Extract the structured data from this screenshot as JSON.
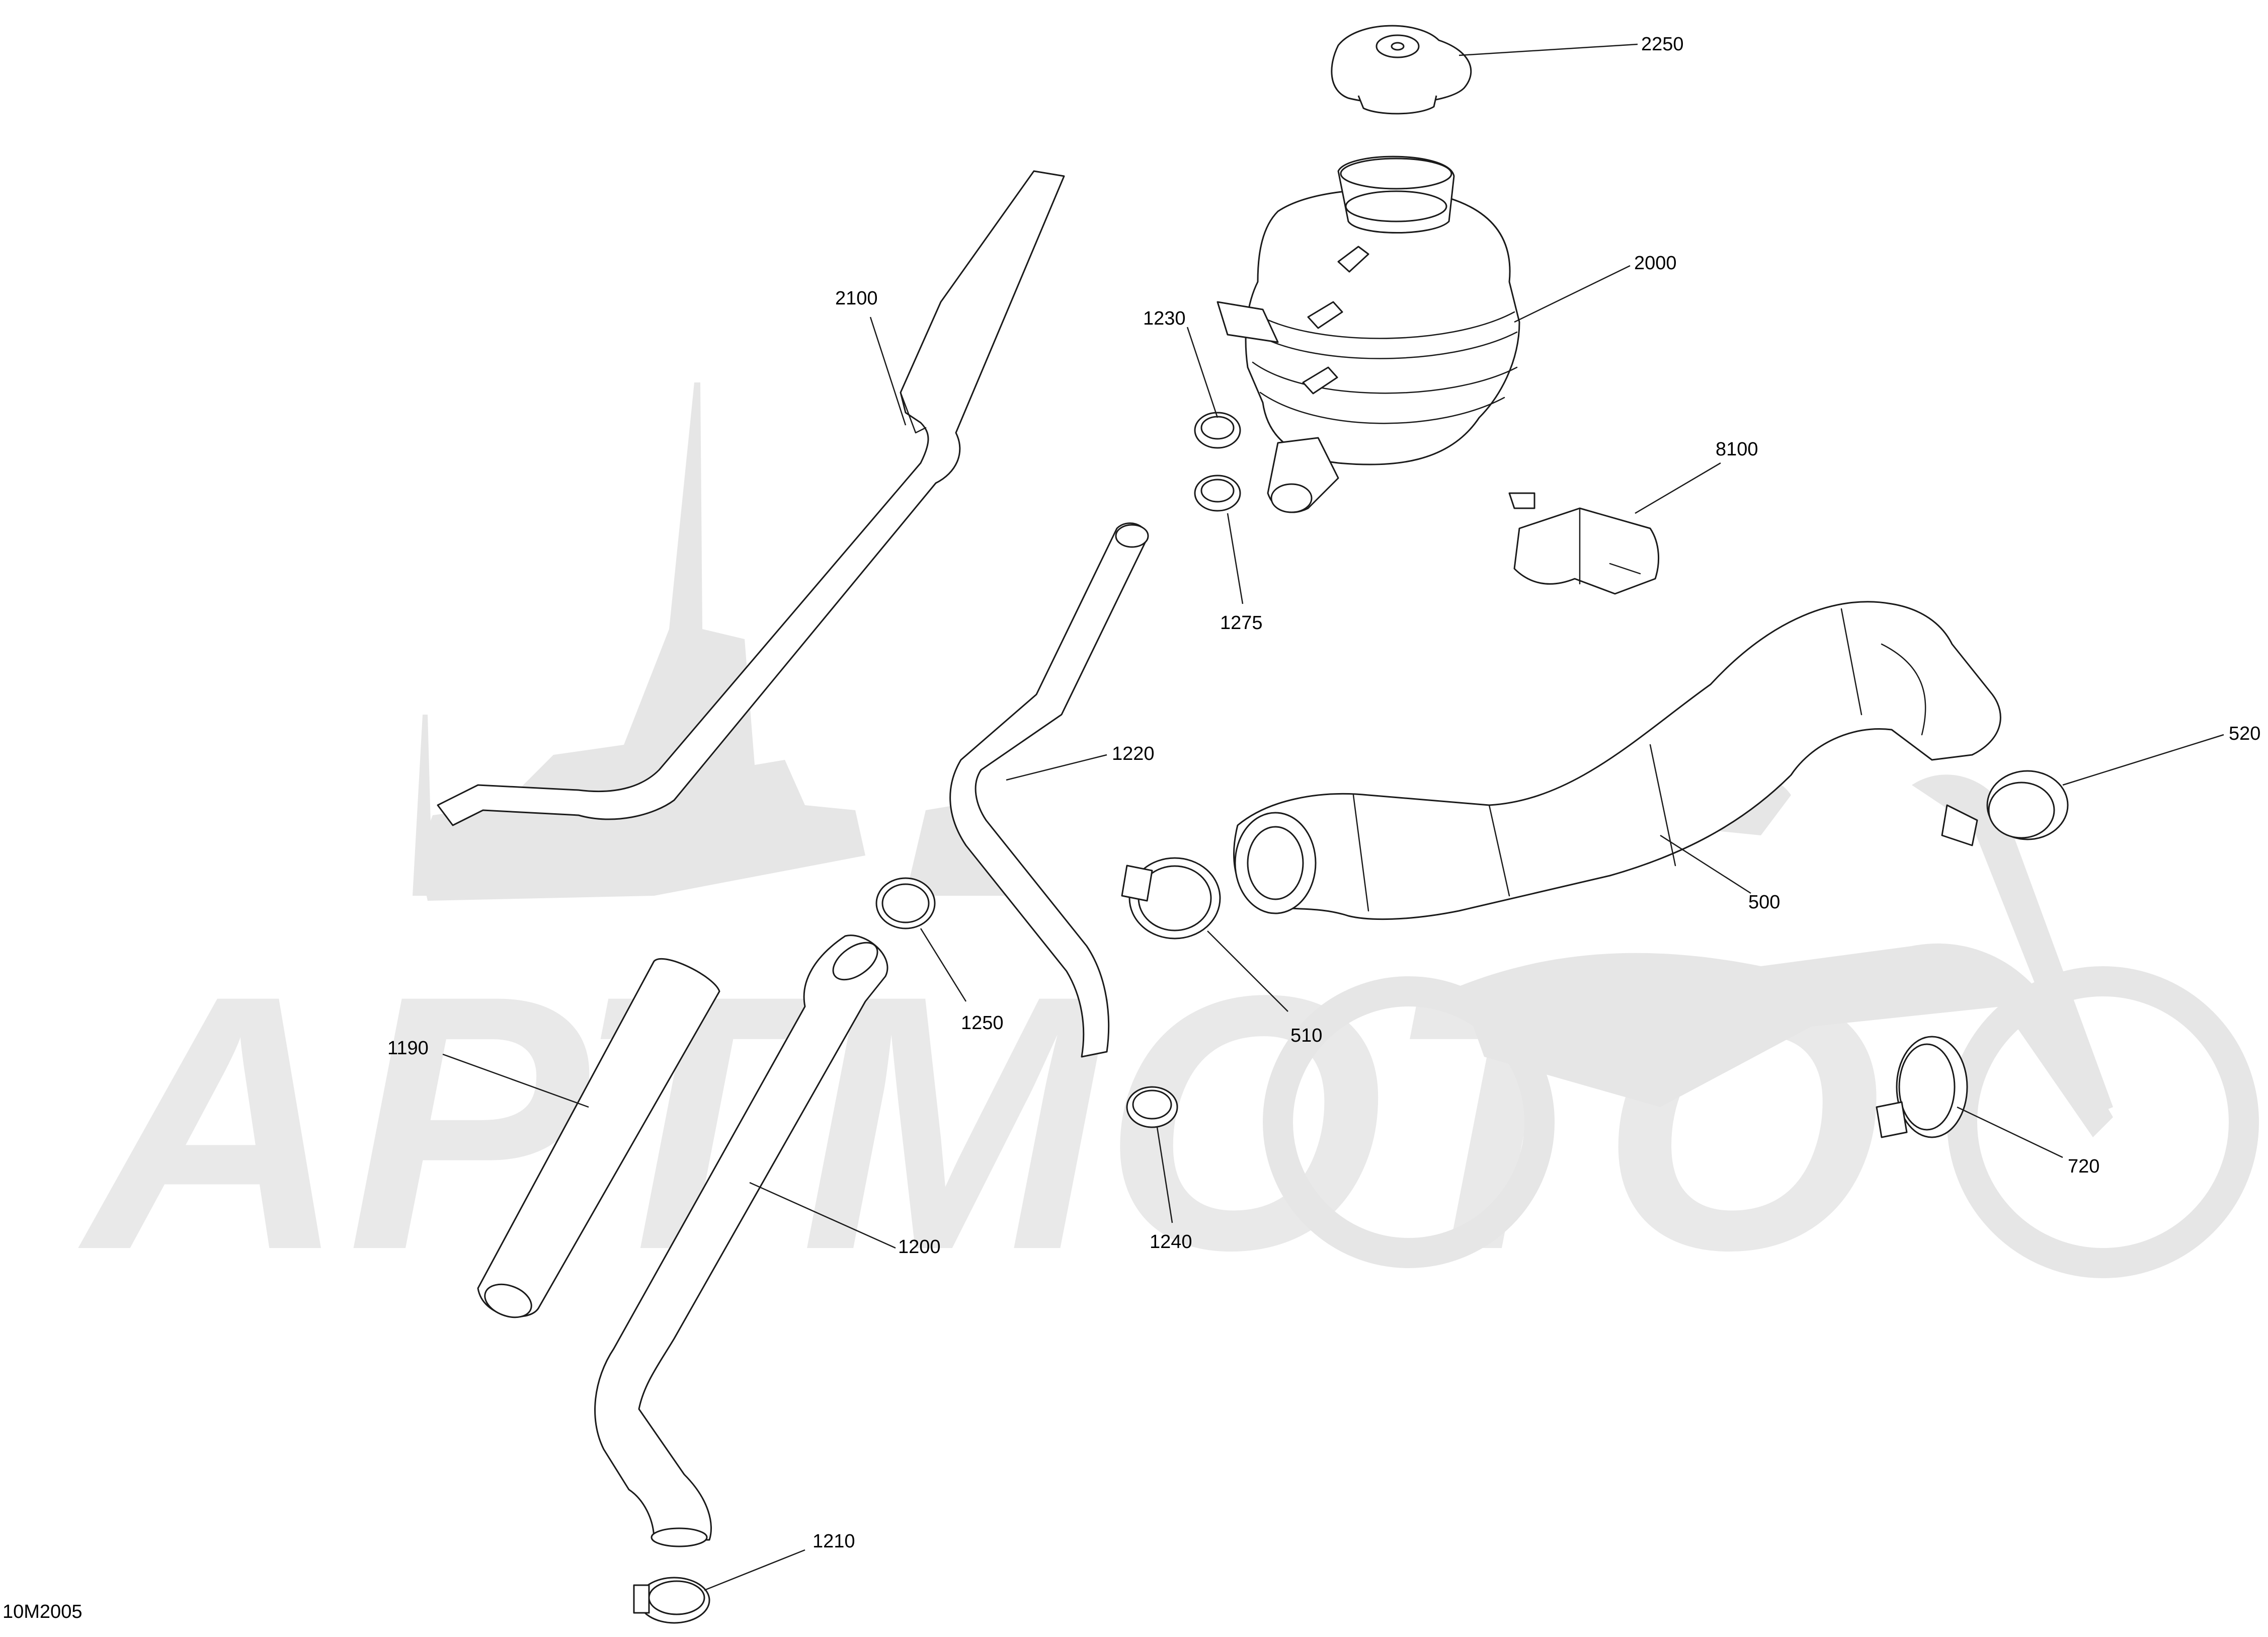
{
  "diagram": {
    "reference_code": "10M2005",
    "watermark": "АРТМОТО",
    "parts": [
      {
        "id": "2250",
        "name": "cap"
      },
      {
        "id": "2000",
        "name": "reservoir"
      },
      {
        "id": "2100",
        "name": "hose"
      },
      {
        "id": "1230",
        "name": "clamp"
      },
      {
        "id": "1275",
        "name": "clamp"
      },
      {
        "id": "8100",
        "name": "bracket"
      },
      {
        "id": "1220",
        "name": "hose"
      },
      {
        "id": "500",
        "name": "hose"
      },
      {
        "id": "520",
        "name": "clamp"
      },
      {
        "id": "510",
        "name": "clamp"
      },
      {
        "id": "1250",
        "name": "clamp"
      },
      {
        "id": "1190",
        "name": "pipe"
      },
      {
        "id": "1200",
        "name": "hose"
      },
      {
        "id": "1240",
        "name": "clamp"
      },
      {
        "id": "720",
        "name": "clamp"
      },
      {
        "id": "1210",
        "name": "clamp"
      }
    ]
  }
}
